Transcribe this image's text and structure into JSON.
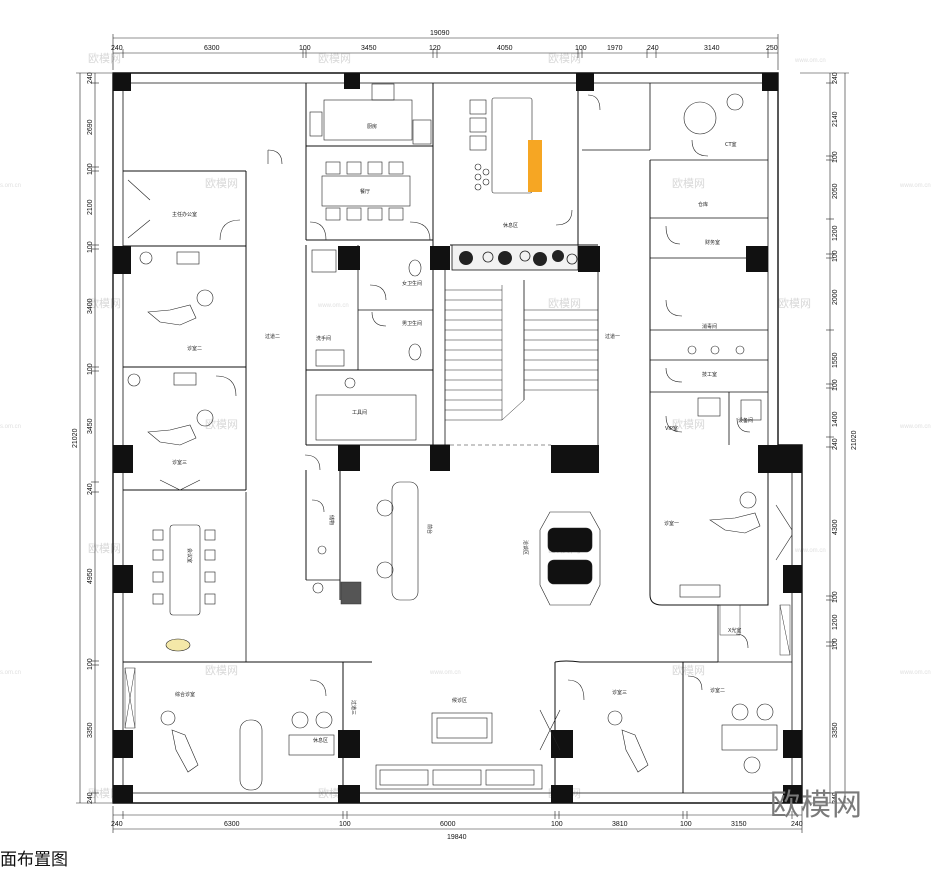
{
  "caption": "面布置图",
  "brand_watermark": "欧模网",
  "bg_watermark": {
    "text": "欧模网",
    "url": "www.om.cn",
    "url_alt": "s.om.cn"
  },
  "top_dims": {
    "total": "19090",
    "segs": [
      "240",
      "6300",
      "100",
      "3450",
      "120",
      "4050",
      "100",
      "1970",
      "240",
      "3140",
      "250"
    ]
  },
  "bottom_dims": {
    "total": "19840",
    "segs": [
      "240",
      "6300",
      "100",
      "6000",
      "100",
      "3810",
      "100",
      "3150",
      "240"
    ]
  },
  "left_dims": {
    "total": "21020",
    "segs": [
      "240",
      "2690",
      "100",
      "2100",
      "100",
      "3400",
      "100",
      "3450",
      "240",
      "4950",
      "100",
      "3350",
      "240"
    ]
  },
  "right_dims": {
    "total": "21020",
    "segs": [
      "240",
      "2140",
      "100",
      "2050",
      "1200",
      "100",
      "2000",
      "1550",
      "100",
      "1400",
      "240",
      "4300",
      "100",
      "1200",
      "100",
      "3350",
      "240"
    ]
  },
  "rooms": {
    "doctor_office": "主任办公室",
    "clinic_2": "诊室二",
    "clinic_3": "诊室三",
    "corridor_2": "过道二",
    "corridor_1": "过道一",
    "corridor_3": "过道三",
    "kitchen": "厨房",
    "dining": "餐厅",
    "lounge": "休息区",
    "toilet_f": "女卫生间",
    "toilet_m": "男卫生间",
    "washroom": "洗手间",
    "tool_room": "工具间",
    "storage": "储物",
    "meeting": "会议室",
    "multi_clinic": "综合诊室",
    "reception": "前台",
    "consult": "洽谈区",
    "ct_room": "CT室",
    "warehouse": "仓库",
    "finance": "财务室",
    "sterilize": "消毒间",
    "lab": "技工室",
    "vip_room": "VIP室",
    "equipment": "设备间",
    "waiting": "候诊区",
    "clinic_1": "诊室一",
    "xray": "X光室"
  }
}
